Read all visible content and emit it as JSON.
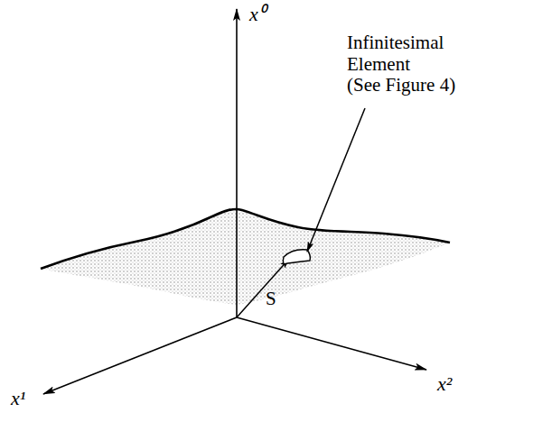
{
  "diagram": {
    "labels": [
      "x⁰",
      "x¹",
      "x²",
      "S",
      "Infinitesimal Element (See Figure 4)"
    ]
  }
}
